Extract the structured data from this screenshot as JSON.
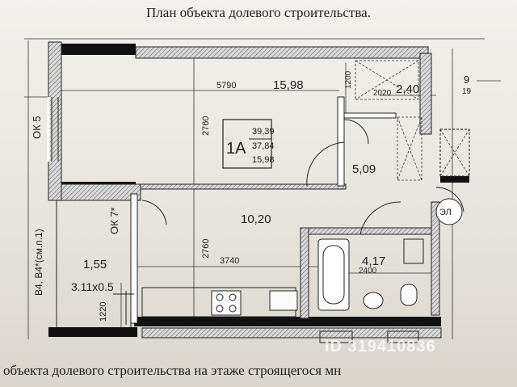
{
  "header": {
    "title": "План объекта долевого строительства."
  },
  "footer": {
    "text": "объекта долевого строительства на этаже строящегося мн"
  },
  "watermark": {
    "text": "ID 319410836"
  },
  "plan": {
    "apartment": {
      "name": "1А",
      "total_area": "39,39",
      "living_total": "37,84",
      "living_area": "15,98"
    },
    "rooms": {
      "living": "15,98",
      "kitchen": "10,20",
      "hall": "5,09",
      "bath": "4,17",
      "loggia": "1,55",
      "wardrobe": "2,40"
    },
    "dims": {
      "top_width": "5790",
      "top_height": "2760",
      "bottom_height": "2760",
      "bottom_width": "3740",
      "corr_small": "1200",
      "wardrobe_w": "2020",
      "bath_w": "2400",
      "loggia_w": "1220"
    },
    "labels": {
      "window1": "ОК 5",
      "window2": "ОК 7*",
      "loggia_type": "В4, В4*(см.п.1)",
      "loggia_size": "3.11x0.5",
      "axis_top": "9",
      "axis_sub": "19",
      "electric": "ЭЛ"
    }
  }
}
